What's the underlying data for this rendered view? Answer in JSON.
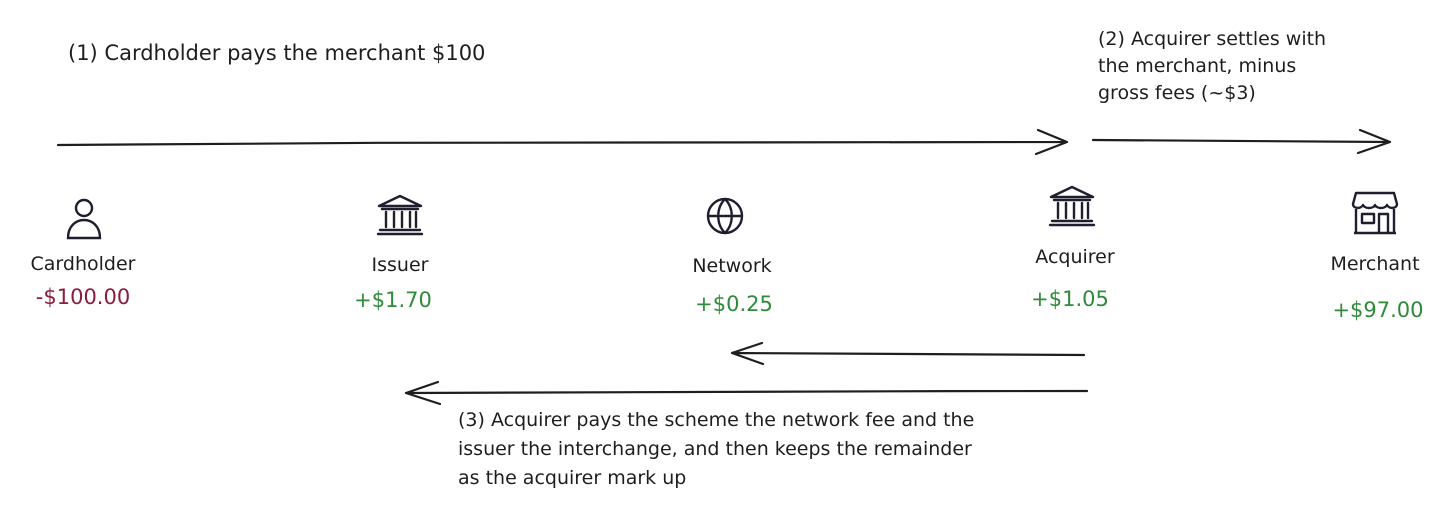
{
  "notes": {
    "step1": "(1) Cardholder pays the merchant $100",
    "step2": "(2) Acquirer settles with\nthe merchant, minus\ngross fees (~$3)",
    "step3": "(3) Acquirer pays the scheme the network fee and the\nissuer the interchange, and then keeps the remainder\nas the acquirer mark up"
  },
  "parties": [
    {
      "label": "Cardholder",
      "amount": "-$100.00",
      "icon": "person-icon"
    },
    {
      "label": "Issuer",
      "amount": "+$1.70",
      "icon": "bank-icon"
    },
    {
      "label": "Network",
      "amount": "+$0.25",
      "icon": "globe-icon"
    },
    {
      "label": "Acquirer",
      "amount": "+$1.05",
      "icon": "bank-icon"
    },
    {
      "label": "Merchant",
      "amount": "+$97.00",
      "icon": "store-icon"
    }
  ],
  "colors": {
    "negative": "#8c1c3c",
    "positive": "#2f8a3a",
    "stroke": "#1e1e1e"
  }
}
